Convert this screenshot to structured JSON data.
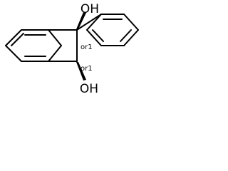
{
  "molecule": {
    "top_hydroxyl_label": "OH",
    "bottom_hydroxyl_label": "OH",
    "top_stereo_label": "or1",
    "bottom_stereo_label": "or1"
  },
  "colors": {
    "bond": "#000000",
    "background": "#ffffff"
  }
}
